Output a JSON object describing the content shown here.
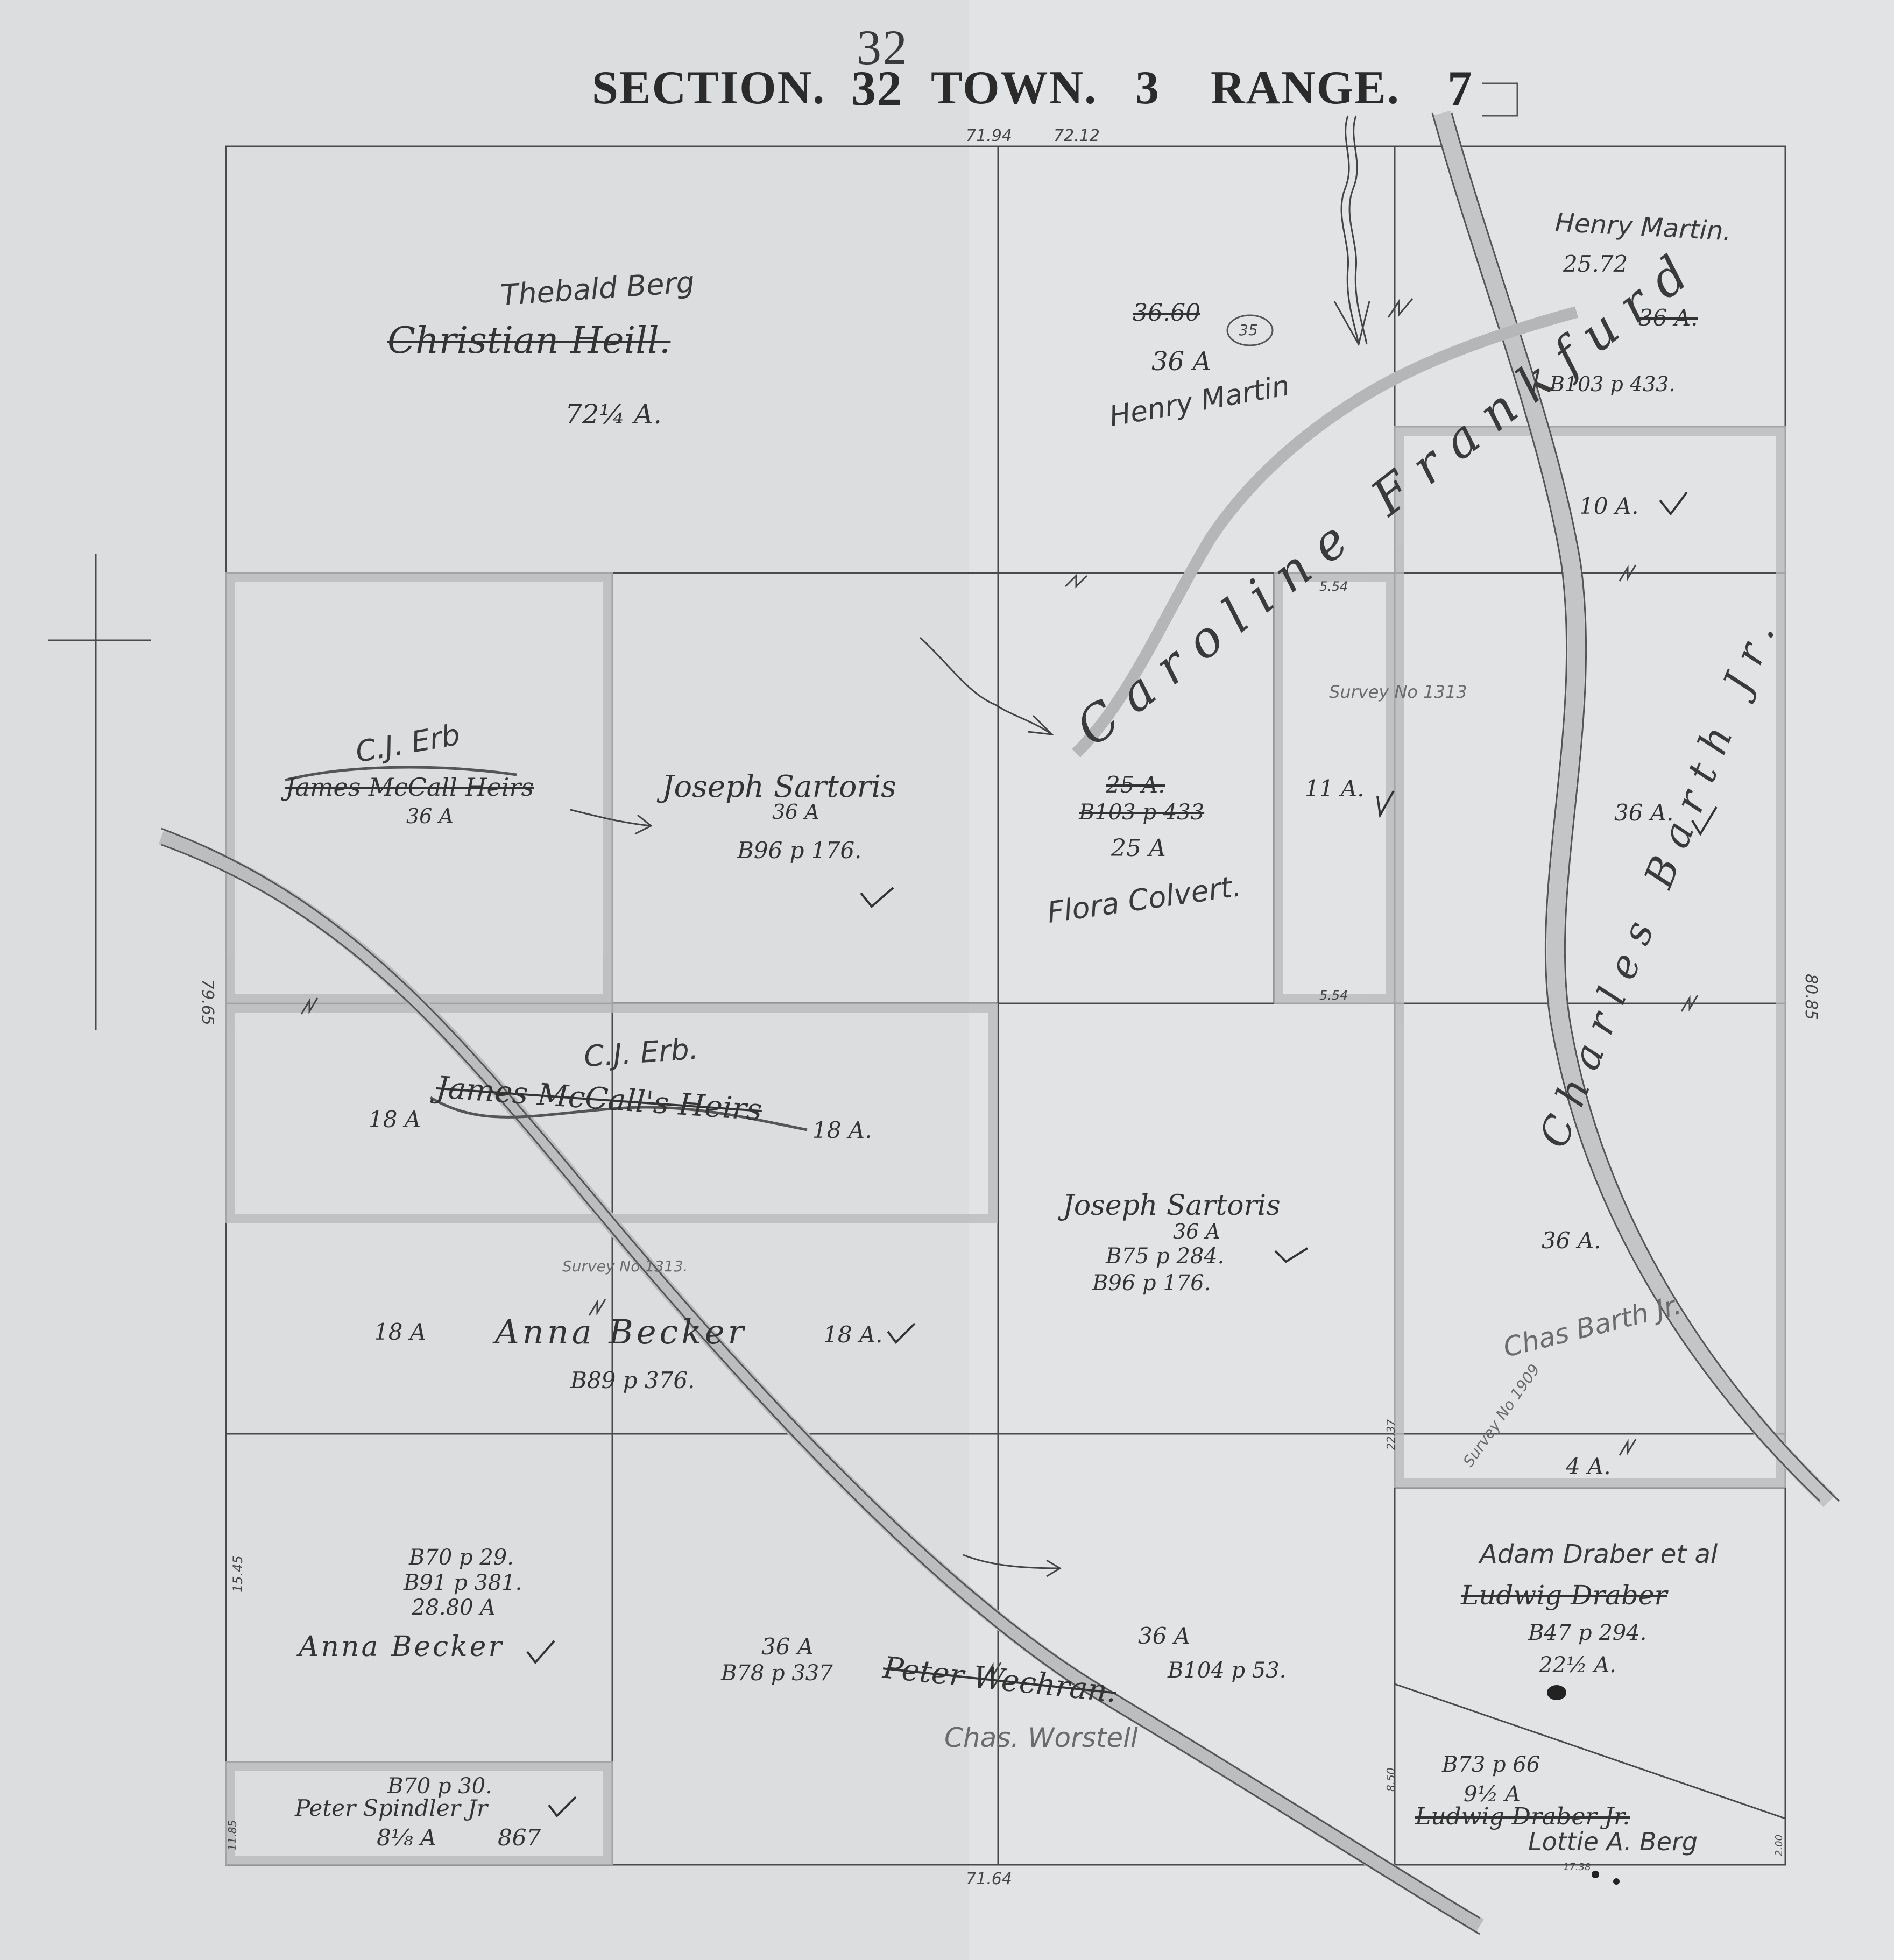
{
  "title": {
    "section_label": "SECTION.",
    "section_number_written": "32",
    "section_number_printed": "32",
    "town_label": "TOWN.",
    "town_number": "3",
    "range_label": "RANGE.",
    "range_number": "7"
  },
  "dimensions": {
    "top_left": "71.94",
    "top_right": "72.12",
    "bottom": "71.64",
    "left": "79.65",
    "right": "80.85",
    "left_lower": "15.45",
    "left_bottom": "11.85",
    "inner_top": "5.54",
    "inner_bottom": "5.54",
    "center_right": "22.37",
    "lower_right": "8.50",
    "bottom_right": "2.00",
    "bottom_right_2": "17.38"
  },
  "parcels": {
    "nw": {
      "owner_new": "Thebald Berg",
      "owner_old": "Christian Heill.",
      "acres": "72¼ A."
    },
    "n_center": {
      "acres_old": "36.60",
      "circle_label": "35",
      "acres": "36 A",
      "owner": "Henry Martin"
    },
    "ne": {
      "owner": "Henry Martin.",
      "area": "25.72",
      "acres_old": "36 A.",
      "book": "B103 p 433."
    },
    "ne_small": {
      "acres": "10 A."
    },
    "caroline": {
      "owner": "Caroline Frankfurd"
    },
    "survey_1313_top": {
      "label": "Survey No 1313"
    },
    "center_small": {
      "acres": "11 A."
    },
    "flora": {
      "acres_old": "25 A.",
      "book_old": "B103 p 433",
      "acres": "25 A",
      "owner": "Flora Colvert."
    },
    "erb_top": {
      "owner_new": "C.J. Erb",
      "owner_old": "James McCall Heirs",
      "acres": "36 A"
    },
    "sartoris_top": {
      "owner": "Joseph Sartoris",
      "acres": "36 A",
      "book": "B96 p 176."
    },
    "erb_bottom": {
      "owner_new": "C.J. Erb.",
      "owner_old": "James McCall's Heirs",
      "acres_left": "18 A",
      "acres_right": "18 A."
    },
    "barth_east": {
      "owner": "Charles Barth Jr.",
      "acres": "36 A."
    },
    "sartoris_center": {
      "owner": "Joseph Sartoris",
      "acres": "36 A",
      "book1": "B75 p 284.",
      "book2": "B96 p 176."
    },
    "survey_1313_mid": {
      "label": "Survey No 1313."
    },
    "becker_mid": {
      "acres_left": "18 A",
      "owner": "Anna Becker",
      "acres_right": "18 A.",
      "book": "B89 p 376."
    },
    "barth_lower": {
      "acres": "36 A.",
      "owner": "Chas Barth Jr.",
      "survey": "Survey No 1909",
      "acres_small": "4 A."
    },
    "becker_low": {
      "book1": "B70 p 29.",
      "book2": "B91 p 381.",
      "acres": "28.80 A",
      "owner": "Anna Becker"
    },
    "spindler": {
      "book": "B70 p 30.",
      "owner": "Peter Spindler Jr",
      "acres": "8⅛ A",
      "extra": "867"
    },
    "worstell": {
      "acres_left": "36 A",
      "book_left": "B78 p 337",
      "owner_old": "Peter Wechran.",
      "owner_new": "Chas. Worstell",
      "acres_right": "36 A",
      "book_right": "B104 p 53."
    },
    "draber": {
      "owner_new": "Adam Draber et al",
      "owner_old": "Ludwig Draber",
      "book": "B47 p 294.",
      "acres": "22½ A."
    },
    "berg_se": {
      "book": "B73 p 66",
      "acres": "9½ A",
      "owner_old": "Ludwig Draber Jr.",
      "owner_new": "Lottie A. Berg"
    }
  }
}
